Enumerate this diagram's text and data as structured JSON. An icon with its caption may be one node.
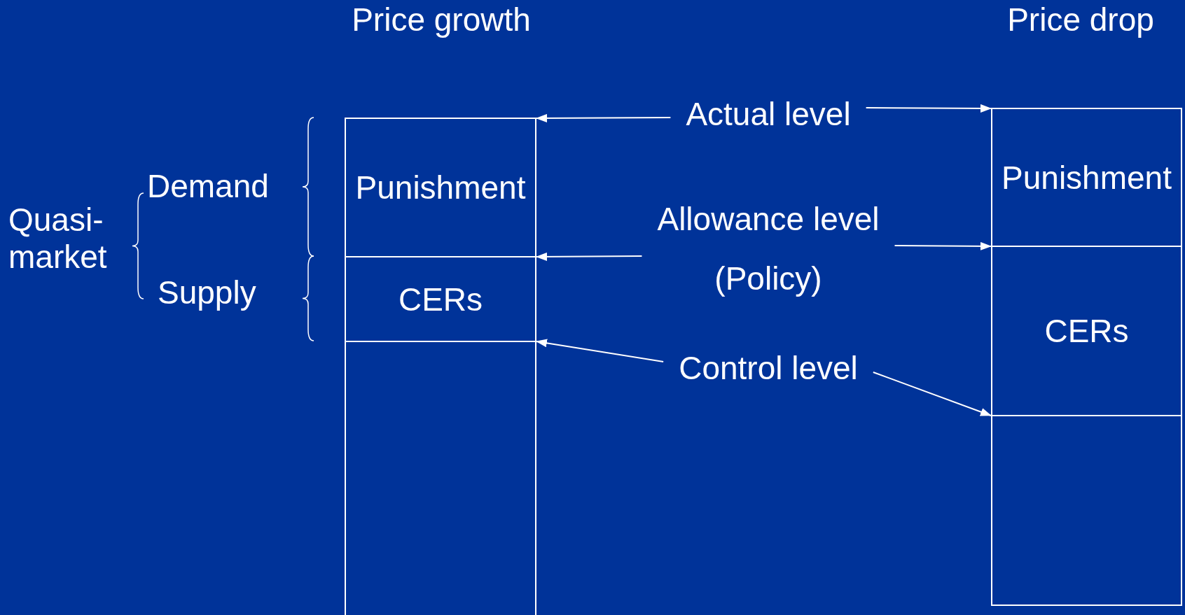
{
  "diagram": {
    "nodes": [
      {
        "text": [
          "Punishment"
        ]
      },
      {
        "text": [
          "CERs"
        ]
      },
      {
        "text": [],
        "shape": "box"
      },
      {
        "text": [
          "Actual level"
        ]
      },
      {
        "text": [
          "Allowance level",
          "(Policy)"
        ]
      },
      {
        "text": [
          "Control level"
        ]
      },
      {
        "text": [
          "Punishment"
        ]
      },
      {
        "text": [
          "CERs"
        ]
      },
      {
        "text": [],
        "shape": "box"
      }
    ],
    "edges": [
      {
        "from": 3,
        "to": 0,
        "arrow": "to"
      },
      {
        "from": 3,
        "to": 6,
        "arrow": "to"
      },
      {
        "from": 4,
        "to": 1,
        "arrow": "to"
      },
      {
        "from": 4,
        "to": 7,
        "arrow": "to"
      },
      {
        "from": 5,
        "to": 2,
        "arrow": "to"
      },
      {
        "from": 5,
        "to": 8,
        "arrow": "to"
      }
    ],
    "labels": [
      "Price growth",
      "Price drop",
      "Quasi- market",
      "Demand",
      "Supply"
    ]
  }
}
